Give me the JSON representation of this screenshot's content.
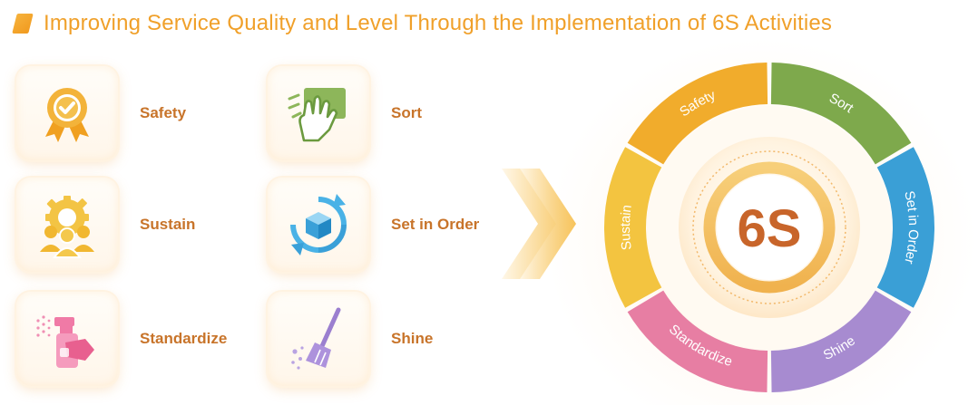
{
  "title": "Improving Service Quality and Level Through the Implementation of 6S Activities",
  "center_label": "6S",
  "items": [
    {
      "label": "Safety",
      "icon": "award-medal-icon",
      "color": "#f0a92a"
    },
    {
      "label": "Sort",
      "icon": "hand-wiping-icon",
      "color": "#7aa84a"
    },
    {
      "label": "Sustain",
      "icon": "team-gear-icon",
      "color": "#f2c43a"
    },
    {
      "label": "Set in Order",
      "icon": "cycle-cube-icon",
      "color": "#3aa4dc"
    },
    {
      "label": "Standardize",
      "icon": "spray-hand-icon",
      "color": "#e77aa6"
    },
    {
      "label": "Shine",
      "icon": "broom-icon",
      "color": "#a98ad0"
    }
  ],
  "wheel": [
    {
      "label": "Sort",
      "color": "#7ea94c"
    },
    {
      "label": "Set in Order",
      "color": "#3a9fd6"
    },
    {
      "label": "Shine",
      "color": "#a78bd0"
    },
    {
      "label": "Standardize",
      "color": "#e77ea3"
    },
    {
      "label": "Sustain",
      "color": "#f3c440"
    },
    {
      "label": "Safety",
      "color": "#f1ac2c"
    }
  ],
  "colors": {
    "accent": "#f0a02a",
    "label": "#c8742a",
    "center_text": "#c8652a"
  }
}
